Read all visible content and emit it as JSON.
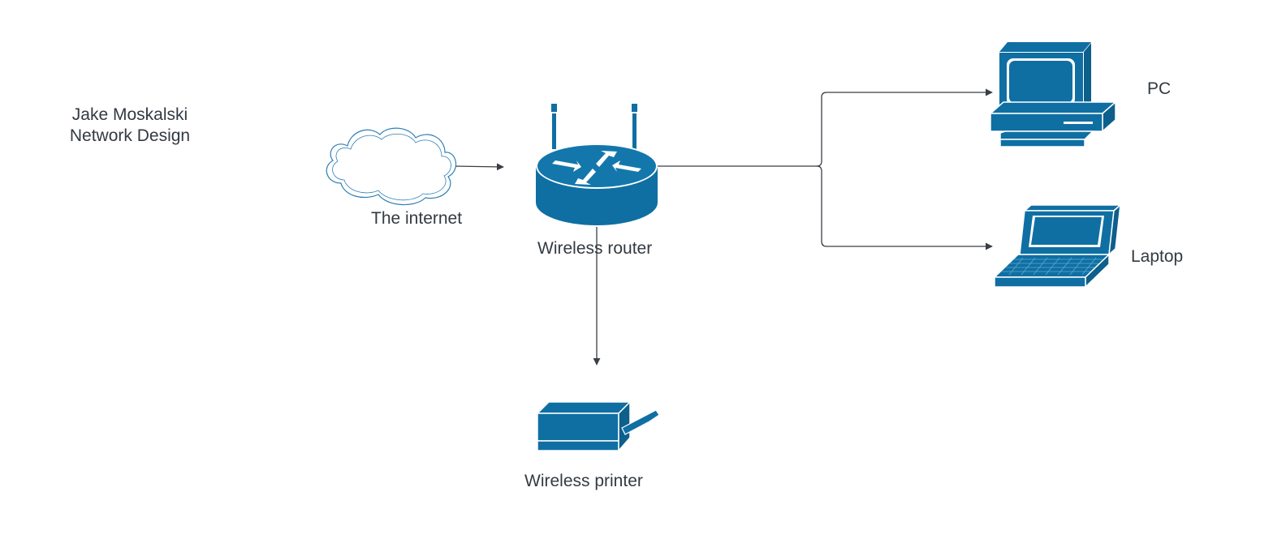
{
  "title": {
    "line1": "Jake Moskalski",
    "line2": "Network Design"
  },
  "nodes": {
    "internet": {
      "label": "The internet",
      "icon": "cloud-icon"
    },
    "router": {
      "label": "Wireless router",
      "icon": "router-icon"
    },
    "pc": {
      "label": "PC",
      "icon": "desktop-computer-icon"
    },
    "laptop": {
      "label": "Laptop",
      "icon": "laptop-icon"
    },
    "printer": {
      "label": "Wireless printer",
      "icon": "printer-icon"
    }
  },
  "colors": {
    "device_fill": "#0f6fa3",
    "device_highlight": "#ffffff",
    "line": "#3a3f45",
    "cloud_stroke": "#2f7fb5",
    "text": "#333a42"
  }
}
